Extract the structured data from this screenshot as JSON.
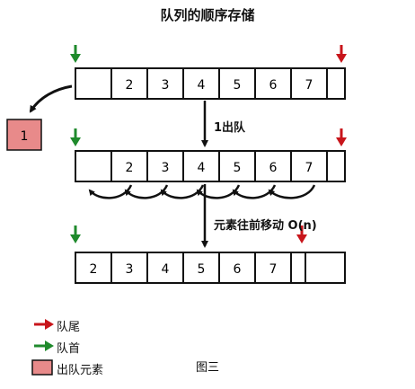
{
  "title": "队列的顺序存储",
  "steps": [
    {
      "label": "1出队"
    },
    {
      "label": "元素往前移动 O(n)"
    }
  ],
  "rows": [
    {
      "cells": [
        "",
        "2",
        "3",
        "4",
        "5",
        "6",
        "7"
      ]
    },
    {
      "cells": [
        "",
        "2",
        "3",
        "4",
        "5",
        "6",
        "7"
      ]
    },
    {
      "cells": [
        "2",
        "3",
        "4",
        "5",
        "6",
        "7",
        ""
      ]
    }
  ],
  "dequeued": {
    "value": "1"
  },
  "legend": {
    "rear": "队尾",
    "front": "队首",
    "dequeued": "出队元素"
  },
  "caption": "图三",
  "colors": {
    "rear_arrow": "#c8151b",
    "front_arrow": "#1f8a2c",
    "dequeued_fill": "#e88a8a",
    "stroke": "#111111"
  }
}
